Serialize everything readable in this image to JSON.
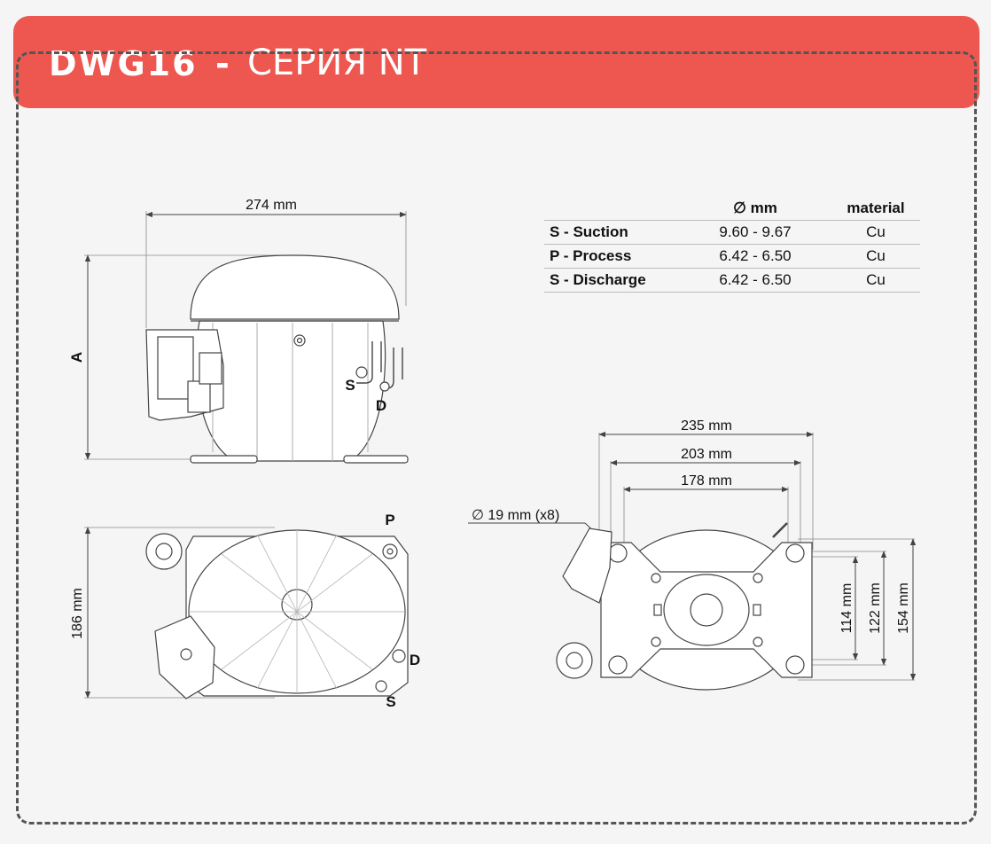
{
  "header": {
    "model": "DWG16",
    "separator": "-",
    "series": "СЕРИЯ NT",
    "background_color": "#ee574f"
  },
  "spec_table": {
    "columns": [
      "",
      "∅ mm",
      "material"
    ],
    "rows": [
      {
        "name": "S - Suction",
        "diameter": "9.60 - 9.67",
        "material": "Cu"
      },
      {
        "name": "P - Process",
        "diameter": "6.42 - 6.50",
        "material": "Cu"
      },
      {
        "name": "S - Discharge",
        "diameter": "6.42 - 6.50",
        "material": "Cu"
      }
    ]
  },
  "side_view": {
    "width_label": "274 mm",
    "height_label": "A",
    "port_s": "S",
    "port_d": "D"
  },
  "top_view": {
    "depth_label": "186 mm",
    "port_p": "P",
    "port_d": "D",
    "port_s": "S"
  },
  "base_view": {
    "hole_label": "∅ 19 mm (x8)",
    "width_outer": "235 mm",
    "width_mid": "203 mm",
    "width_inner": "178 mm",
    "height_inner": "114 mm",
    "height_mid": "122 mm",
    "height_outer": "154 mm"
  }
}
